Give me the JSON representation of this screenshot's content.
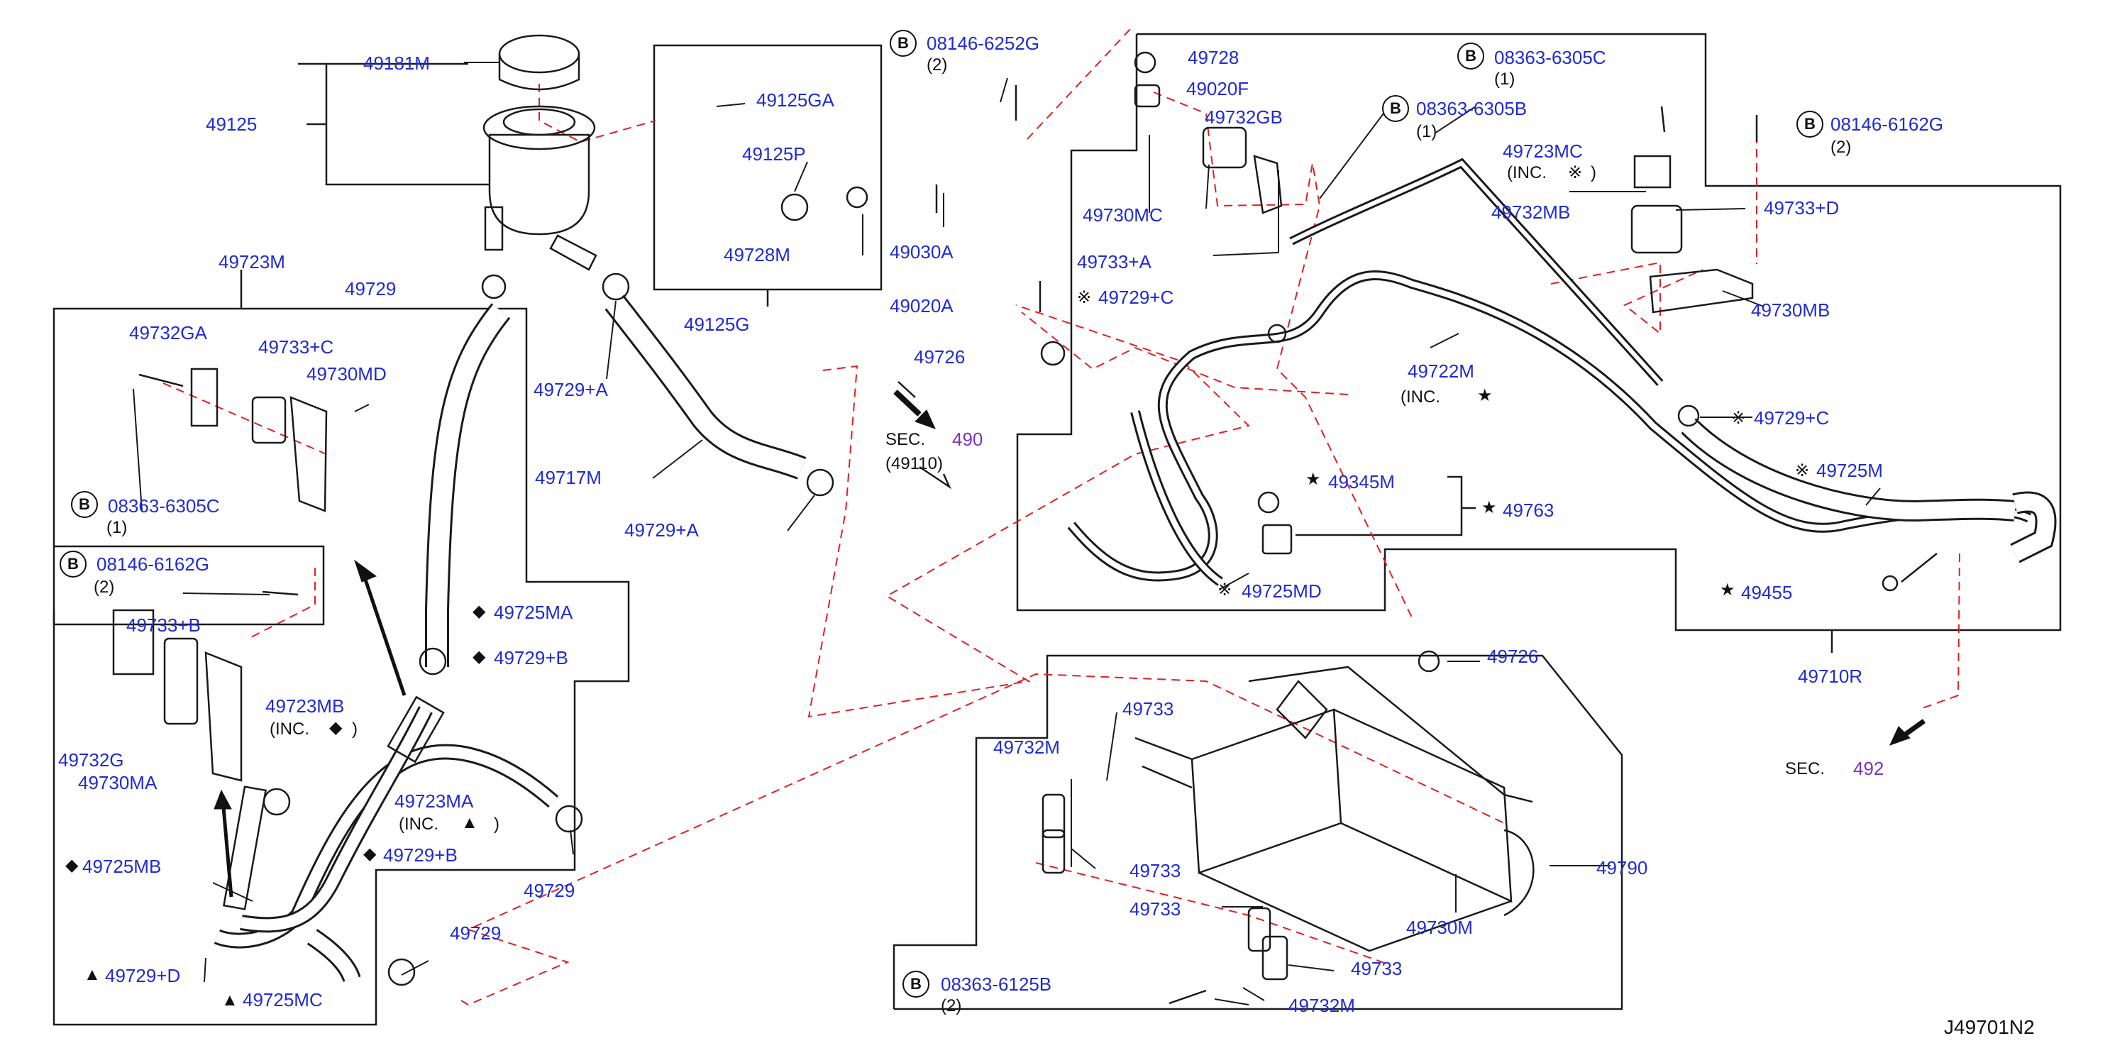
{
  "diagram_code": "J49701N2",
  "colors": {
    "label": "#1f2bd4",
    "line": "#1a1a1a",
    "leader_dashed": "#e02020",
    "sec_ref": "#7a33c7"
  },
  "labels": {
    "p49181M": "49181M",
    "p49125": "49125",
    "p49125GA": "49125GA",
    "p49125P": "49125P",
    "p49728M": "49728M",
    "p49030A": "49030A",
    "p49125G": "49125G",
    "p49723M": "49723M",
    "p49729_top": "49729",
    "p49732GA": "49732GA",
    "p49733C": "49733+C",
    "p49730MD": "49730MD",
    "b08363_6305C_left": "08363-6305C",
    "b08363_6305C_left_qty": "(1)",
    "b08146_6162G_left": "08146-6162G",
    "b08146_6162G_left_qty": "(2)",
    "p49733B": "49733+B",
    "p49732G": "49732G",
    "p49730MA": "49730MA",
    "p49723MB": "49723MB",
    "p49723MB_inc": "(INC.",
    "p49723MB_inc_close": ")",
    "p49723MA": "49723MA",
    "p49723MA_inc": "(INC.",
    "p49723MA_inc_close": ")",
    "p49725MB": "49725MB",
    "p49729D": "49729+D",
    "p49725MC": "49725MC",
    "p49725MA": "49725MA",
    "p49729B_1": "49729+B",
    "p49729B_2": "49729+B",
    "p49717M": "49717M",
    "p49729A_1": "49729+A",
    "p49729A_2": "49729+A",
    "p49729_mid": "49729",
    "p49729_bot": "49729",
    "sec490": "SEC.",
    "sec490_num": "490",
    "sec490_sub": "(49110)",
    "b08146_6252G": "08146-6252G",
    "b08146_6252G_qty": "(2)",
    "p49728": "49728",
    "p49020F": "49020F",
    "p49732GB": "49732GB",
    "b08363_6305B": "08363-6305B",
    "b08363_6305B_qty": "(1)",
    "p49730MC": "49730MC",
    "p49733A": "49733+A",
    "p49020A": "49020A",
    "p49729C_1": "49729+C",
    "p49726_1": "49726",
    "b08363_6305C_right": "08363-6305C",
    "b08363_6305C_right_qty": "(1)",
    "p49723MC": "49723MC",
    "p49723MC_inc": "(INC.",
    "p49723MC_inc_close": ")",
    "p49732MB": "49732MB",
    "p49733D": "49733+D",
    "b08146_6162G_right": "08146-6162G",
    "b08146_6162G_right_qty": "(2)",
    "p49730MB": "49730MB",
    "p49722M": "49722M",
    "p49722M_inc": "(INC.",
    "p49729C_2": "49729+C",
    "p49725M": "49725M",
    "p49345M": "49345M",
    "p49763": "49763",
    "p49725MD": "49725MD",
    "p49455": "49455",
    "p49710R": "49710R",
    "p49726_2": "49726",
    "sec492": "SEC.",
    "sec492_num": "492",
    "p49733_1": "49733",
    "p49732M_1": "49732M",
    "p49733_2": "49733",
    "p49733_3": "49733",
    "p49733_4": "49733",
    "p49790": "49790",
    "p49730M": "49730M",
    "b08363_6125B": "08363-6125B",
    "b08363_6125B_qty": "(2)",
    "p49732M_2": "49732M"
  },
  "symbols": {
    "b_marker": "B",
    "diamond": "◆",
    "triangle": "▲",
    "star": "★",
    "kome": "※"
  }
}
